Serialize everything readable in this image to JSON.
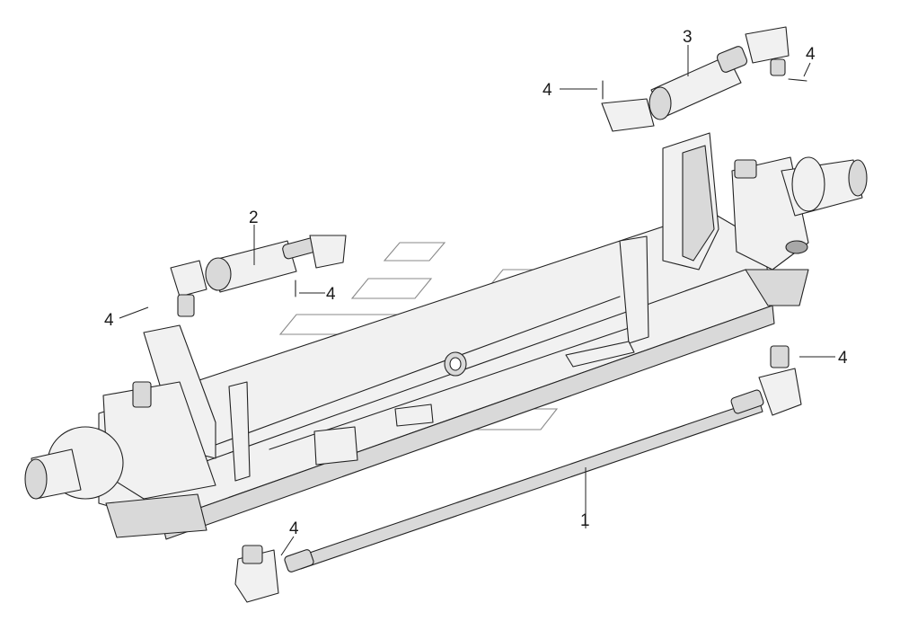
{
  "callouts": {
    "c1": "1",
    "c2": "2",
    "c3": "3",
    "c4a": "4",
    "c4b": "4",
    "c4c": "4",
    "c4d": "4",
    "c4e": "4",
    "c4f": "4"
  }
}
